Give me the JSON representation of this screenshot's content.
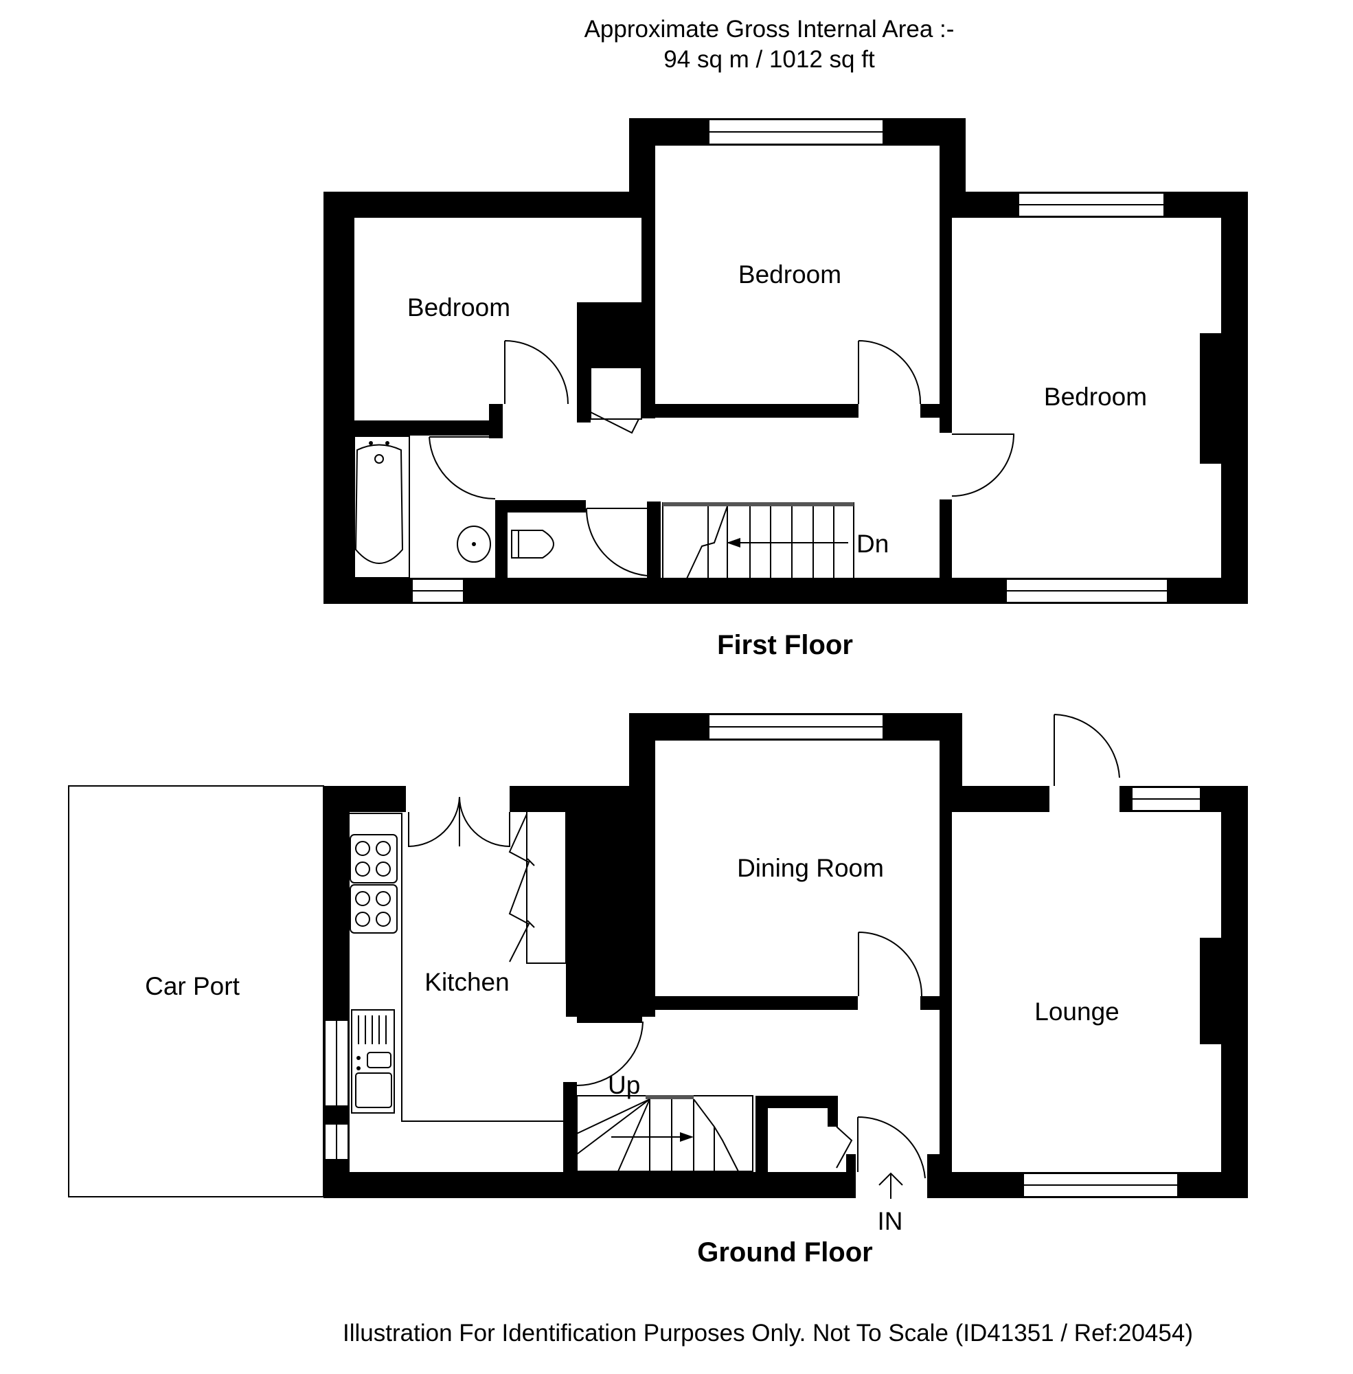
{
  "header": {
    "line1": "Approximate Gross Internal Area  :-",
    "line2": "94 sq m / 1012 sq ft"
  },
  "first_floor": {
    "title": "First Floor",
    "rooms": [
      "Bedroom",
      "Bedroom",
      "Bedroom"
    ],
    "stairs_label": "Dn"
  },
  "ground_floor": {
    "title": "Ground Floor",
    "rooms": [
      "Dining Room",
      "Kitchen",
      "Lounge",
      "Car Port"
    ],
    "stairs_label": "Up",
    "entrance_label": "IN"
  },
  "footer": {
    "disclaimer": "Illustration For Identification Purposes Only. Not To Scale (ID41351 / Ref:20454)"
  }
}
